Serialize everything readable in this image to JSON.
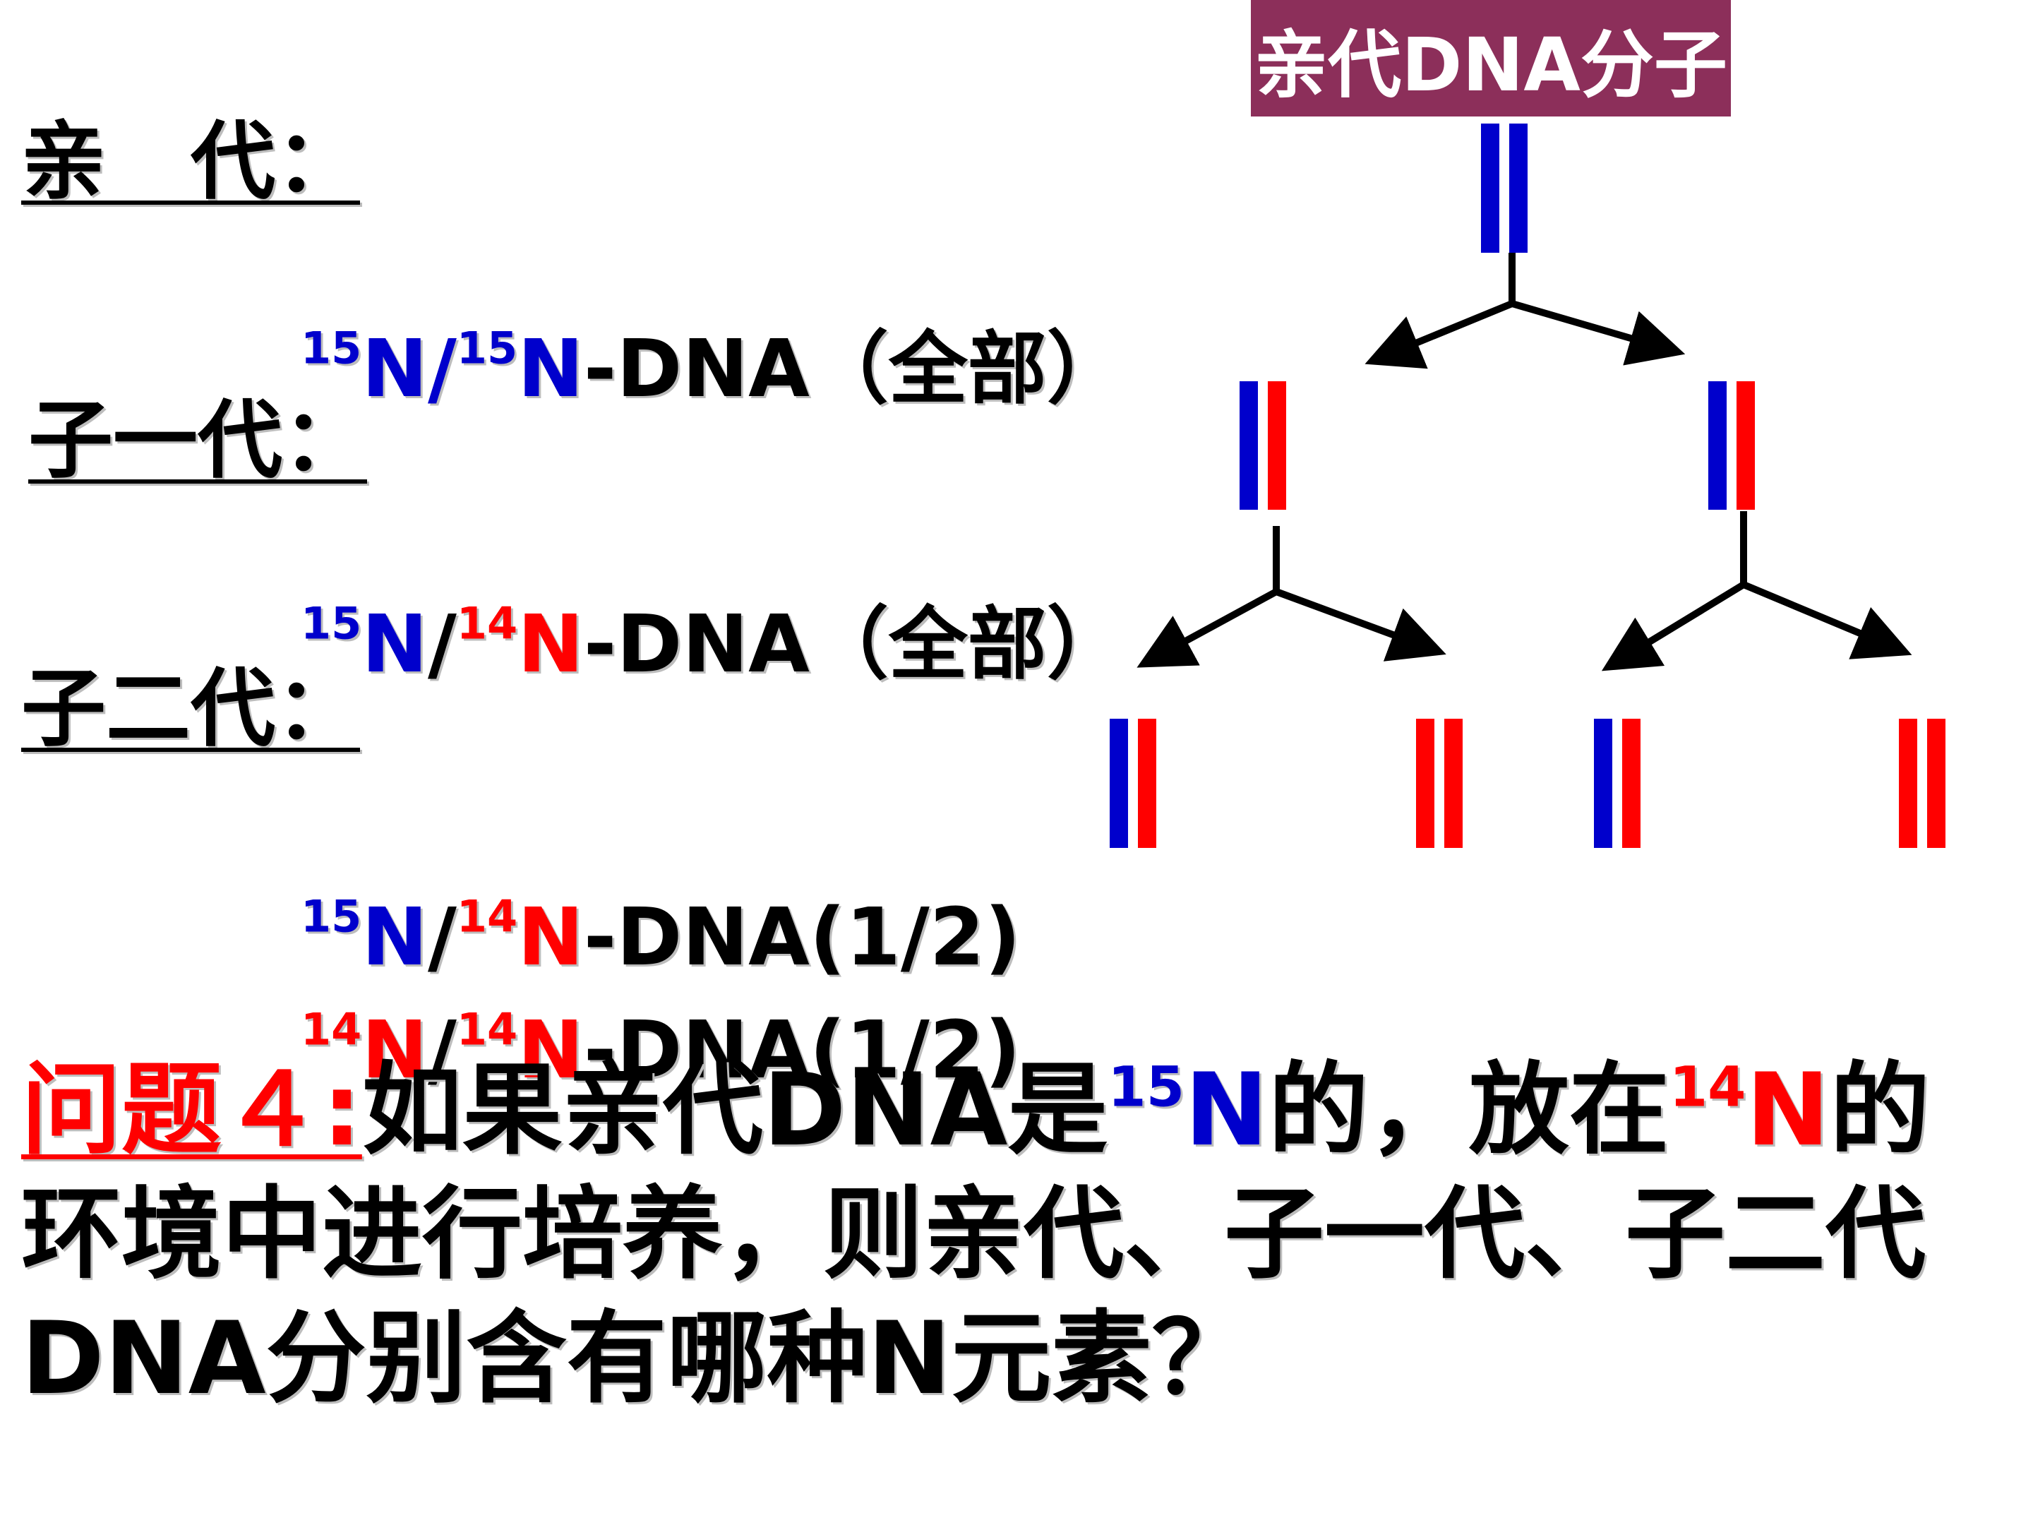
{
  "parent_box": {
    "label": "亲代DNA分子",
    "background": "#8c2f5a"
  },
  "colors": {
    "n15": "#0000cc",
    "n14": "#ff0000"
  },
  "generations": [
    {
      "label": "亲　代：",
      "formulas": [
        {
          "iso1": "15",
          "iso2": "15",
          "suffix": "-DNA（全部）",
          "colors": [
            "blue",
            "blue"
          ]
        }
      ]
    },
    {
      "label": "子一代：",
      "formulas": [
        {
          "iso1": "15",
          "iso2": "14",
          "suffix": "-DNA（全部）",
          "colors": [
            "blue",
            "red"
          ]
        }
      ]
    },
    {
      "label": "子二代：",
      "formulas": [
        {
          "iso1": "15",
          "iso2": "14",
          "suffix": "-DNA(1/2)",
          "colors": [
            "blue",
            "red"
          ]
        },
        {
          "iso1": "14",
          "iso2": "14",
          "suffix": "-DNA(1/2)",
          "colors": [
            "red",
            "red"
          ]
        }
      ]
    }
  ],
  "element_symbol": "N",
  "separator": "/",
  "tree": {
    "parent": [
      "n15",
      "n15"
    ],
    "gen1": [
      [
        "n15",
        "n14"
      ],
      [
        "n15",
        "n14"
      ]
    ],
    "gen2": [
      [
        "n15",
        "n14"
      ],
      [
        "n14",
        "n14"
      ],
      [
        "n15",
        "n14"
      ],
      [
        "n14",
        "n14"
      ]
    ]
  },
  "question": {
    "label": "问题４:",
    "part1": "如果亲代DNA是",
    "iso_a": "15",
    "elem_a": "N",
    "part2": "的，放在",
    "iso_b": "14",
    "elem_b": "N",
    "part3": "的环境中进行培养，则亲代、子一代、子二代DNA分别含有哪种N元素？"
  }
}
